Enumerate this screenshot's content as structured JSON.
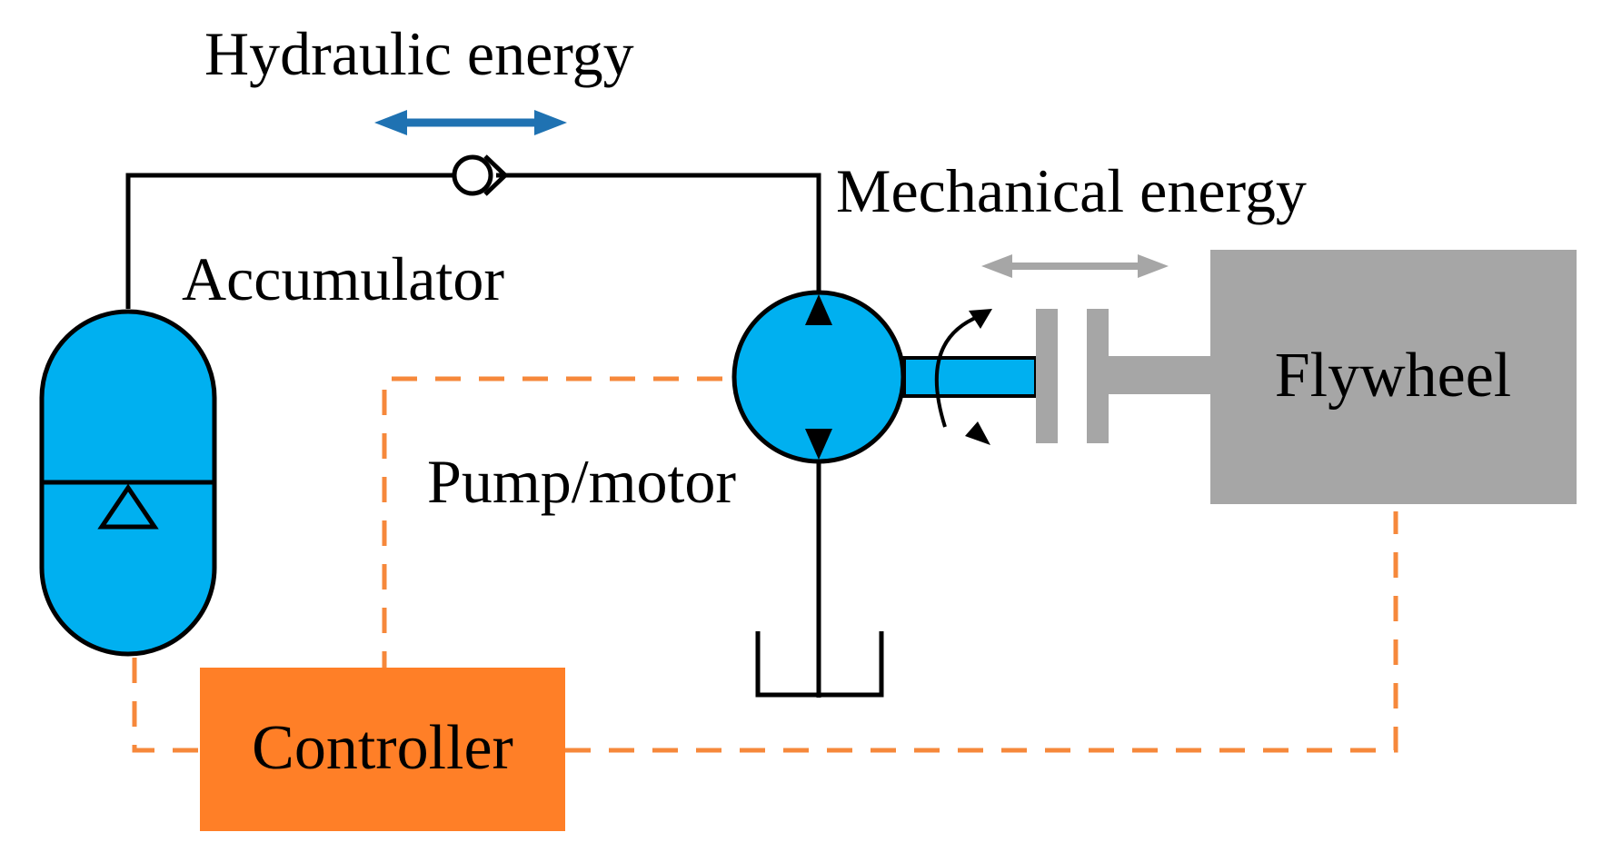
{
  "labels": {
    "hydraulic_energy": "Hydraulic energy",
    "mechanical_energy": "Mechanical energy",
    "accumulator": "Accumulator",
    "pump_motor": "Pump/motor",
    "flywheel": "Flywheel",
    "controller": "Controller"
  },
  "colors": {
    "hydraulic_blue": "#00b0f0",
    "energy_arrow_blue": "#1f72b2",
    "flywheel_gray": "#a6a6a6",
    "mechanical_arrow_gray": "#a6a6a6",
    "controller_orange": "#ff7f27",
    "signal_dash_orange": "#f6883b",
    "line_black": "#000000"
  },
  "icons": {
    "check_valve": "check-valve-icon",
    "accumulator_symbol": "accumulator-icon",
    "pump_motor_symbol": "pump-motor-icon",
    "tank_symbol": "tank-icon",
    "clutch_symbol": "clutch-icon",
    "rotation_arrows": "bidirectional-rotation-icon"
  }
}
